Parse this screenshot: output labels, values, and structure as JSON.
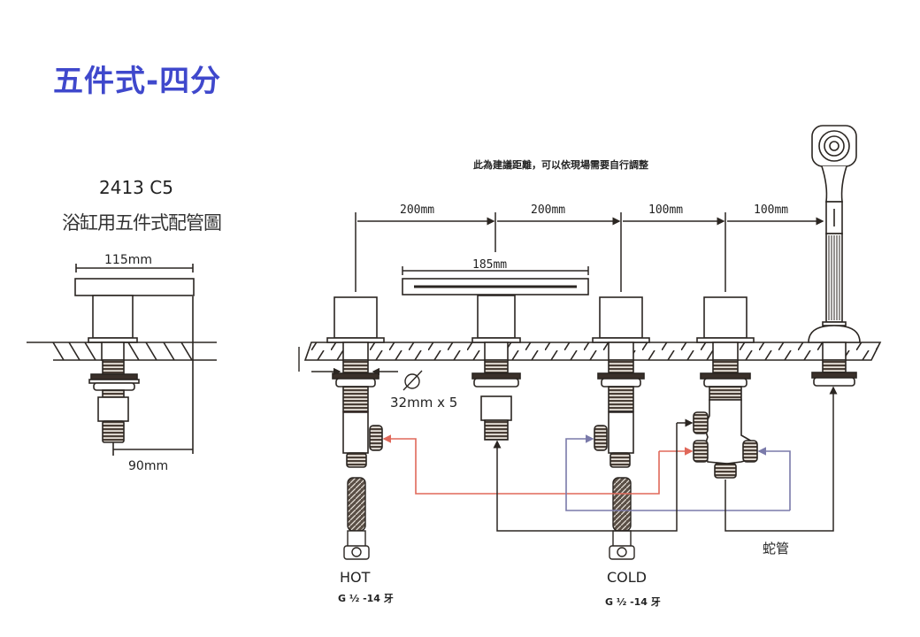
{
  "title": "五件式-四分",
  "model": "2413 C5",
  "subtitle": "浴缸用五件式配管圖",
  "note": "此為建議距離，可以依現場需要自行調整",
  "colors": {
    "title": "#3f48cc",
    "line": "#2b2622",
    "hot_pipe": "#e0685a",
    "cold_pipe": "#7a7aaa"
  },
  "side_view": {
    "top_width": "115mm",
    "reach": "90mm"
  },
  "front_view": {
    "spacings": [
      "200mm",
      "200mm",
      "100mm",
      "100mm"
    ],
    "spout_width": "185mm",
    "hole_diameter_symbol": "Ø",
    "hole_spec": "32mm x 5"
  },
  "components": [
    {
      "id": "hot-valve",
      "label": "HOT",
      "thread": "G ½ -14 牙"
    },
    {
      "id": "spout"
    },
    {
      "id": "cold-valve",
      "label": "COLD",
      "thread": "G ½ -14 牙"
    },
    {
      "id": "diverter"
    },
    {
      "id": "hand-shower"
    }
  ],
  "hose_label": "蛇管"
}
